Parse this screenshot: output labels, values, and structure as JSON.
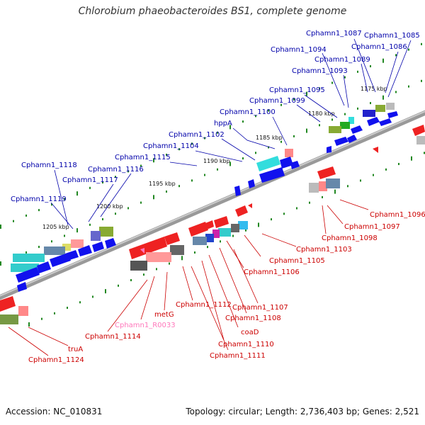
{
  "header": {
    "title": "Chlorobium phaeobacteroides BS1, complete genome"
  },
  "footer": {
    "accession": "Accession: NC_010831",
    "summary": "Topology: circular; Length: 2,736,403 bp; Genes: 2,521"
  },
  "colors": {
    "forward_label": "#0000aa",
    "reverse_label": "#cc0000",
    "rna_label": "#ff77bb",
    "backbone": "#888888",
    "tick": "#228822"
  },
  "kbp_ticks": [
    "1175 kbp",
    "1180 kbp",
    "1185 kbp",
    "1190 kbp",
    "1195 kbp",
    "1200 kbp",
    "1205 kbp"
  ],
  "forward_labels": [
    "Cphamn1_1085",
    "Cphamn1_1086",
    "Cphamn1_1087",
    "Cphamn1_1089",
    "Cphamn1_1093",
    "Cphamn1_1094",
    "Cphamn1_1095",
    "Cphamn1_1099",
    "Cphamn1_1100",
    "hppA",
    "Cphamn1_1102",
    "Cphamn1_1104",
    "Cphamn1_1115",
    "Cphamn1_1116",
    "Cphamn1_1117",
    "Cphamn1_1118",
    "Cphamn1_1119"
  ],
  "reverse_labels": [
    "Cphamn1_1096",
    "Cphamn1_1097",
    "Cphamn1_1098",
    "Cphamn1_1103",
    "Cphamn1_1105",
    "Cphamn1_1106",
    "Cphamn1_1107",
    "Cphamn1_1108",
    "coaD",
    "Cphamn1_1110",
    "Cphamn1_1111",
    "Cphamn1_1112",
    "metG",
    "Cphamn1_R0033",
    "Cphamn1_1114",
    "truA",
    "Cphamn1_1124"
  ]
}
